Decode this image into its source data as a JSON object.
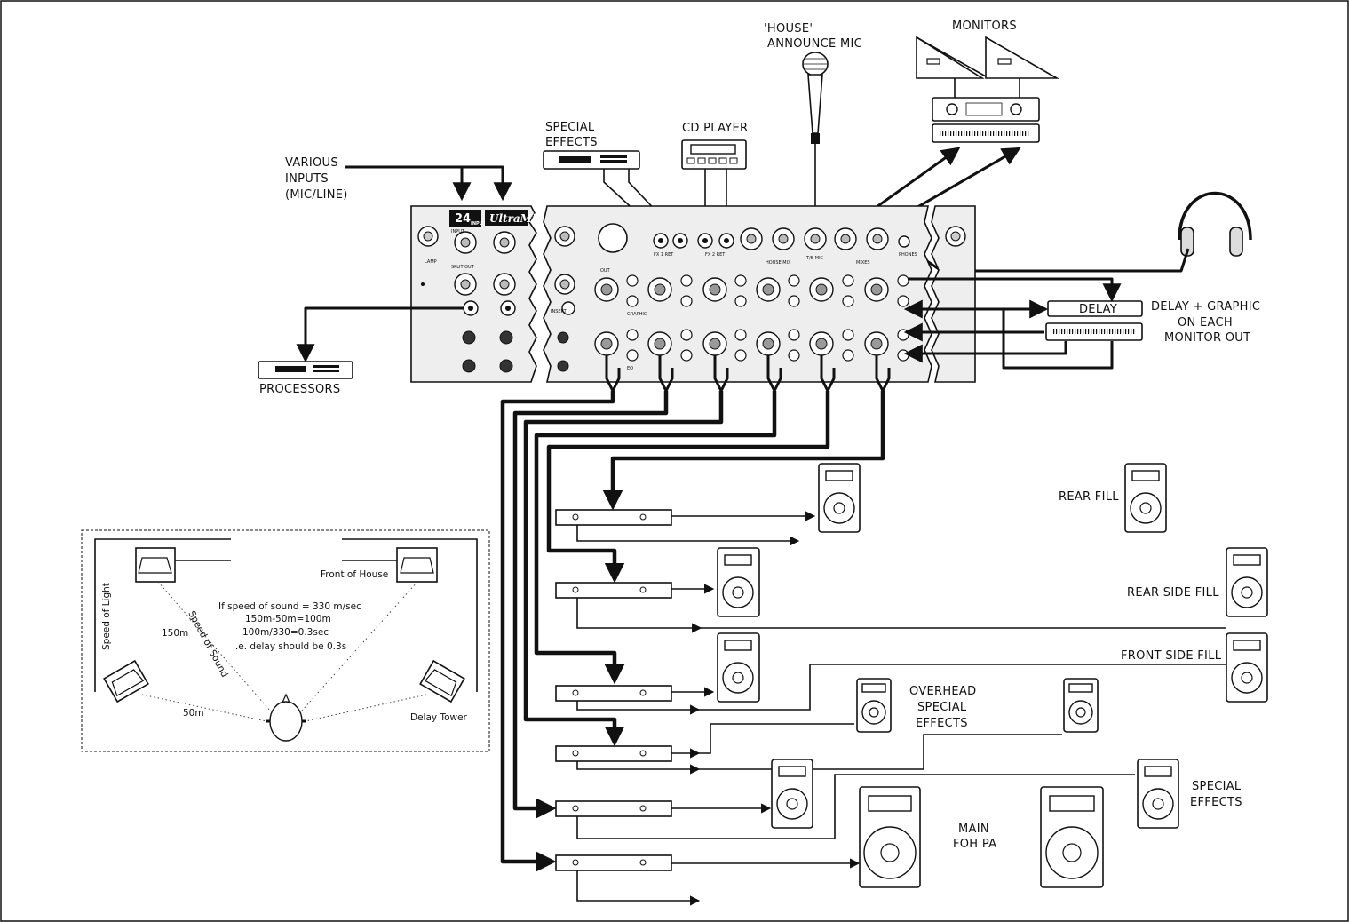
{
  "labels": {
    "various_inputs": [
      "VARIOUS",
      "INPUTS",
      "(MIC/LINE)"
    ],
    "processors": "PROCESSORS",
    "special_effects_top": [
      "SPECIAL",
      "EFFECTS"
    ],
    "cd_player": "CD PLAYER",
    "house_mic": [
      "'HOUSE'",
      "ANNOUNCE MIC"
    ],
    "monitors": "MONITORS",
    "delay_box": "DELAY",
    "delay_graphic": [
      "DELAY + GRAPHIC",
      "ON EACH",
      "MONITOR OUT"
    ],
    "rear_fill": "REAR FILL",
    "rear_side_fill": "REAR SIDE FILL",
    "front_side_fill": "FRONT SIDE FILL",
    "overhead_special": [
      "OVERHEAD",
      "SPECIAL",
      "EFFECTS"
    ],
    "special_effects_bottom": [
      "SPECIAL",
      "EFFECTS"
    ],
    "main_foh": [
      "MAIN",
      "FOH PA"
    ]
  },
  "mixer": {
    "badge_number": "24",
    "badge_sub": "INPUTS",
    "brand": "UltraMic",
    "panel_text": [
      "INPUT",
      "SPLIT OUT",
      "INSERT",
      "LAMP",
      "PHONES",
      "FX 1 RET",
      "FX 2 RET",
      "T/B MIC",
      "HOUSE MIX",
      "MIXES",
      "GRAPHIC",
      "OUT",
      "EQ"
    ]
  },
  "inset": {
    "front_of_house": "Front of House",
    "speed_of_light": "Speed of Light",
    "speed_of_sound": "Speed of Sound",
    "dist_150": "150m",
    "dist_50": "50m",
    "delay_tower": "Delay Tower",
    "formula": [
      "If speed of sound = 330 m/sec",
      "150m-50m=100m",
      "100m/330=0.3sec",
      "i.e. delay should be 0.3s"
    ]
  }
}
